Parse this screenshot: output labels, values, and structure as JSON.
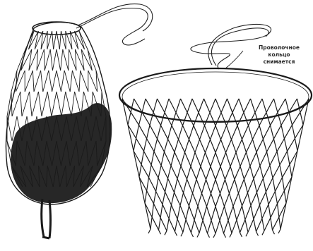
{
  "figure": {
    "left_item": "filled-net-bag",
    "right_item": "hoop-net-basket",
    "annotation": {
      "lines": [
        "Проволочное",
        "кольцо",
        "снимается"
      ]
    },
    "colors": {
      "ink": "#1a1a1a",
      "fill_dark": "#151515",
      "paper": "#ffffff"
    }
  }
}
